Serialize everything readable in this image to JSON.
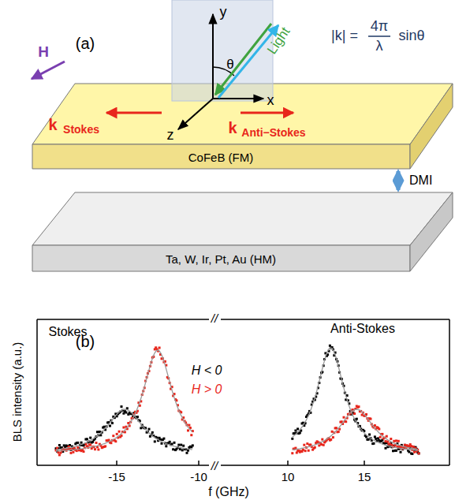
{
  "diagram": {
    "nodes": [
      {
        "text": [
          "CoFeB (FM)"
        ]
      },
      {
        "text": [
          "Ta, W, Ir, Pt, Au (HM)"
        ]
      }
    ],
    "edges": [
      {
        "from": 0,
        "to": 1,
        "arrow": "both",
        "label": "DMI"
      }
    ],
    "labels": [
      "(a)",
      "y",
      "θ",
      "Light",
      "x",
      "z",
      "H",
      "k",
      "Stokes",
      "k",
      "Anti−Stokes",
      "|k| =",
      "4π",
      "λ",
      "sinθ",
      "(b)",
      "Stokes",
      "Anti-Stokes",
      "H < 0",
      "H > 0",
      "BLS intensity (a.u.)",
      "-15",
      "-10",
      "10",
      "15",
      "f (GHz)",
      "//",
      "//"
    ]
  }
}
